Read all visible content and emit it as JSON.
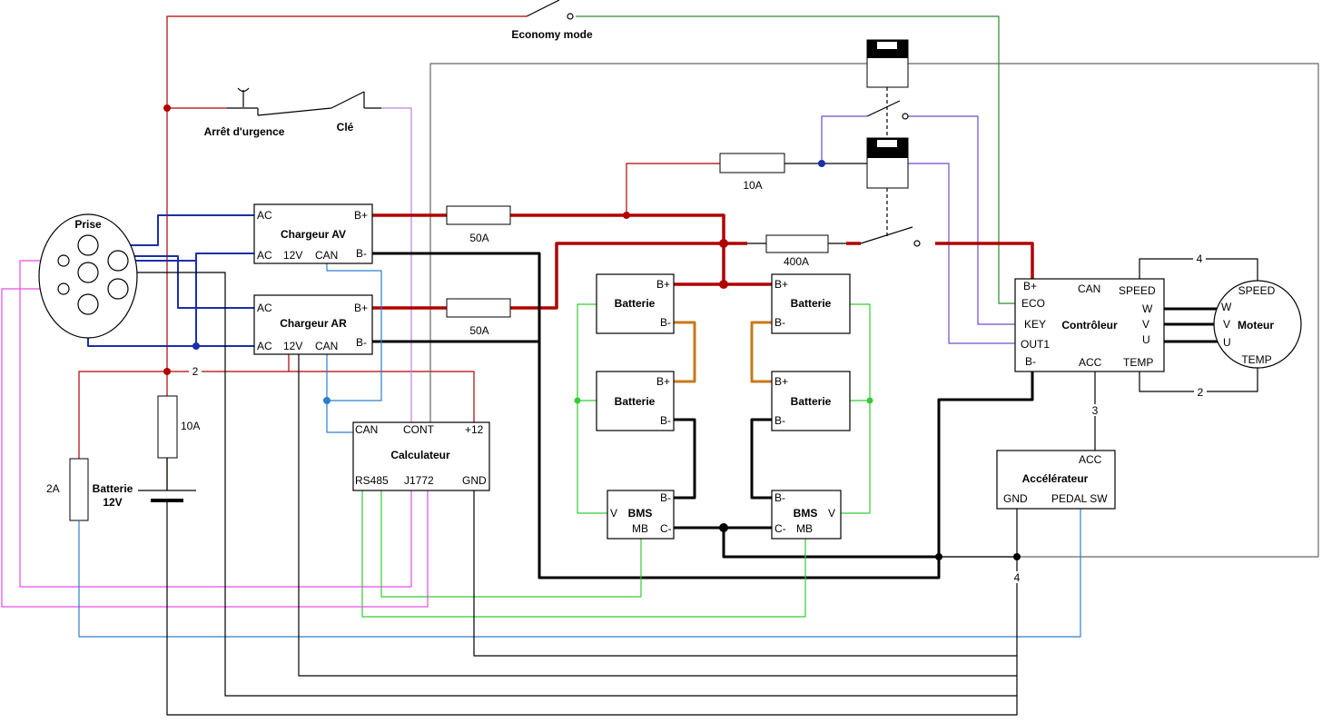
{
  "switches": {
    "economy": "Economy mode",
    "emergency": "Arrêt d'urgence",
    "key": "Clé"
  },
  "plug": {
    "title": "Prise"
  },
  "chargers": {
    "front": {
      "title": "Chargeur AV",
      "ac1": "AC",
      "ac2": "AC",
      "v12": "12V",
      "can": "CAN",
      "bplus": "B+",
      "bminus": "B-"
    },
    "rear": {
      "title": "Chargeur AR",
      "ac1": "AC",
      "ac2": "AC",
      "v12": "12V",
      "can": "CAN",
      "bplus": "B+",
      "bminus": "B-"
    }
  },
  "fuses": {
    "f50a_top": "50A",
    "f50a_bottom": "50A",
    "f10a_top": "10A",
    "f400a": "400A",
    "f10a_left": "10A",
    "f2a": "2A"
  },
  "calculator": {
    "title": "Calculateur",
    "can": "CAN",
    "cont": "CONT",
    "p12": "+12",
    "rs485": "RS485",
    "j1772": "J1772",
    "gnd": "GND"
  },
  "battery12": {
    "line1": "Batterie",
    "line2": "12V"
  },
  "wire_counts": {
    "left_top": "2",
    "motor_top": "4",
    "motor_bottom": "2",
    "accel": "3",
    "ground": "4"
  },
  "batteries": {
    "title": "Batterie",
    "bplus": "B+",
    "bminus": "B-"
  },
  "bms": {
    "title": "BMS",
    "bminus": "B-",
    "v": "V",
    "mb": "MB",
    "cminus": "C-"
  },
  "controller": {
    "title": "Contrôleur",
    "bplus": "B+",
    "eco": "ECO",
    "key": "KEY",
    "out1": "OUT1",
    "bminus": "B-",
    "can": "CAN",
    "speed": "SPEED",
    "w": "W",
    "v": "V",
    "u": "U",
    "acc": "ACC",
    "temp": "TEMP"
  },
  "motor": {
    "title": "Moteur",
    "speed": "SPEED",
    "w": "W",
    "v": "V",
    "u": "U",
    "temp": "TEMP"
  },
  "accelerator": {
    "title": "Accélérateur",
    "acc": "ACC",
    "gnd": "GND",
    "pedal": "PEDAL SW"
  },
  "colors": {
    "power": "#b00000",
    "ground": "#000000",
    "ac": "#1b2fa8",
    "can": "#2a7fd0",
    "bms": "#33cc33",
    "j1772": "#e64ce6",
    "cont": "#c080e0",
    "relay": "#6a4cd0",
    "eco": "#2d8a2d",
    "bridge": "#c8781a"
  }
}
